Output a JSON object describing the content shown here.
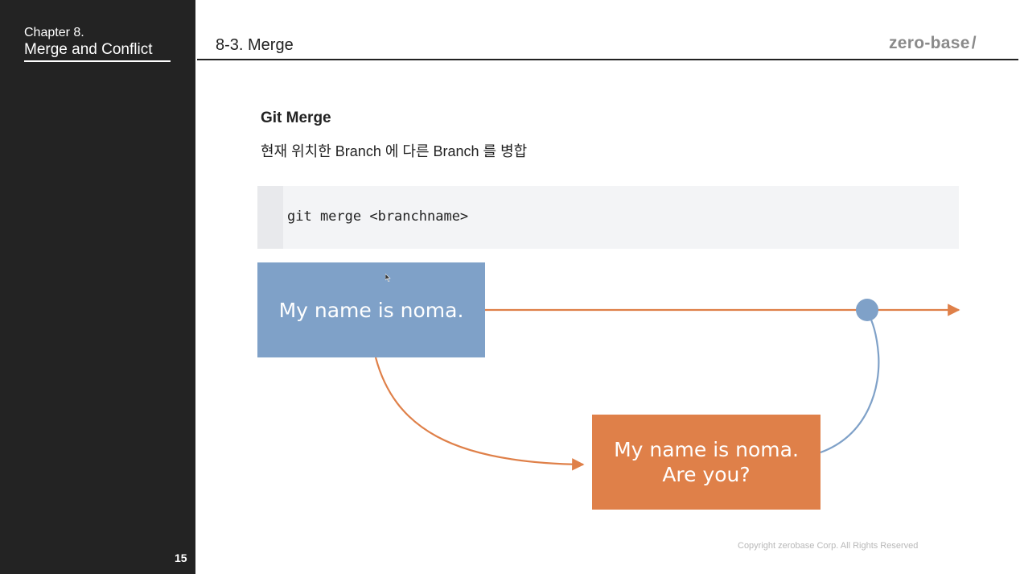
{
  "sidebar": {
    "chapter_number": "Chapter 8.",
    "chapter_title": "Merge and Conflict",
    "page_number": "15"
  },
  "header": {
    "title": "8-3. Merge",
    "logo": "zero-base",
    "logo_mark": "/"
  },
  "content": {
    "section_title": "Git Merge",
    "section_description": "현재 위치한 Branch 에 다른 Branch 를 병합",
    "code": "git merge <branchname>"
  },
  "diagram": {
    "main_box_text": "My name is noma.",
    "branch_box_line1": "My name is noma.",
    "branch_box_line2": "Are you?"
  },
  "footer": {
    "copyright": "Copyright zerobase Corp. All Rights Reserved"
  },
  "colors": {
    "sidebar_bg": "#232323",
    "main_box": "#7fa1c8",
    "branch_box": "#df8049",
    "arrow_orange": "#df8049",
    "arrow_blue": "#7fa1c8",
    "code_bg": "#f3f4f6"
  }
}
